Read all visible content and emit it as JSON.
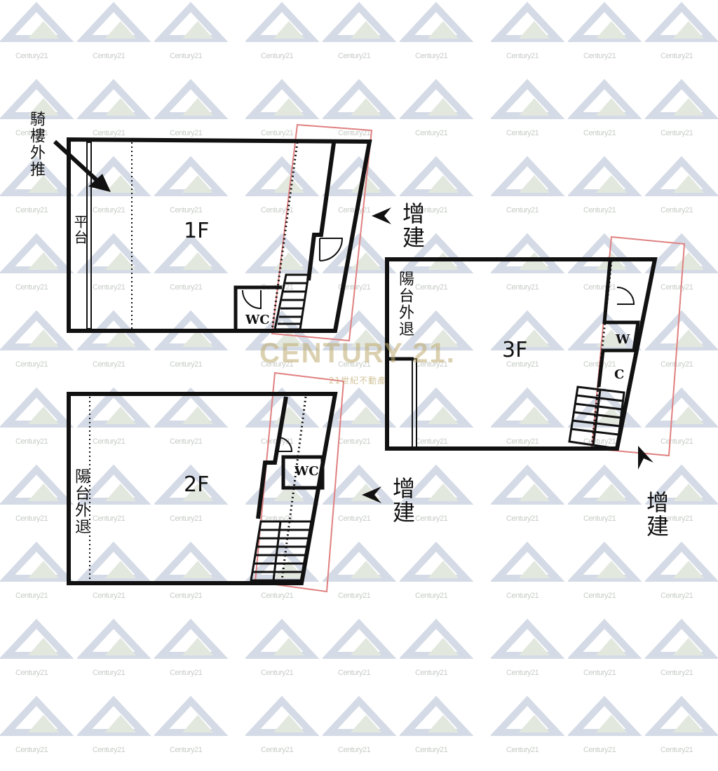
{
  "watermark": {
    "brand": "CENTURY 21.",
    "brand_sub": "21世紀不動產",
    "tile_text": "Century21",
    "color": "#c6ccc6",
    "brand_color": "#bea96e"
  },
  "floors": {
    "f1": {
      "label": "1F",
      "platform_label": "平台",
      "arcade_label": "騎樓外推",
      "wc_label": "WC",
      "extension_label": "增建"
    },
    "f2": {
      "label": "2F",
      "balcony_label": "陽台外退",
      "wc_label": "WC",
      "extension_label": "增建"
    },
    "f3": {
      "label": "3F",
      "balcony_label": "陽台外退",
      "wc_label_1": "W",
      "wc_label_2": "C",
      "extension_label": "增建"
    }
  },
  "colors": {
    "wall": "#111111",
    "extension_outline": "#e08080"
  }
}
